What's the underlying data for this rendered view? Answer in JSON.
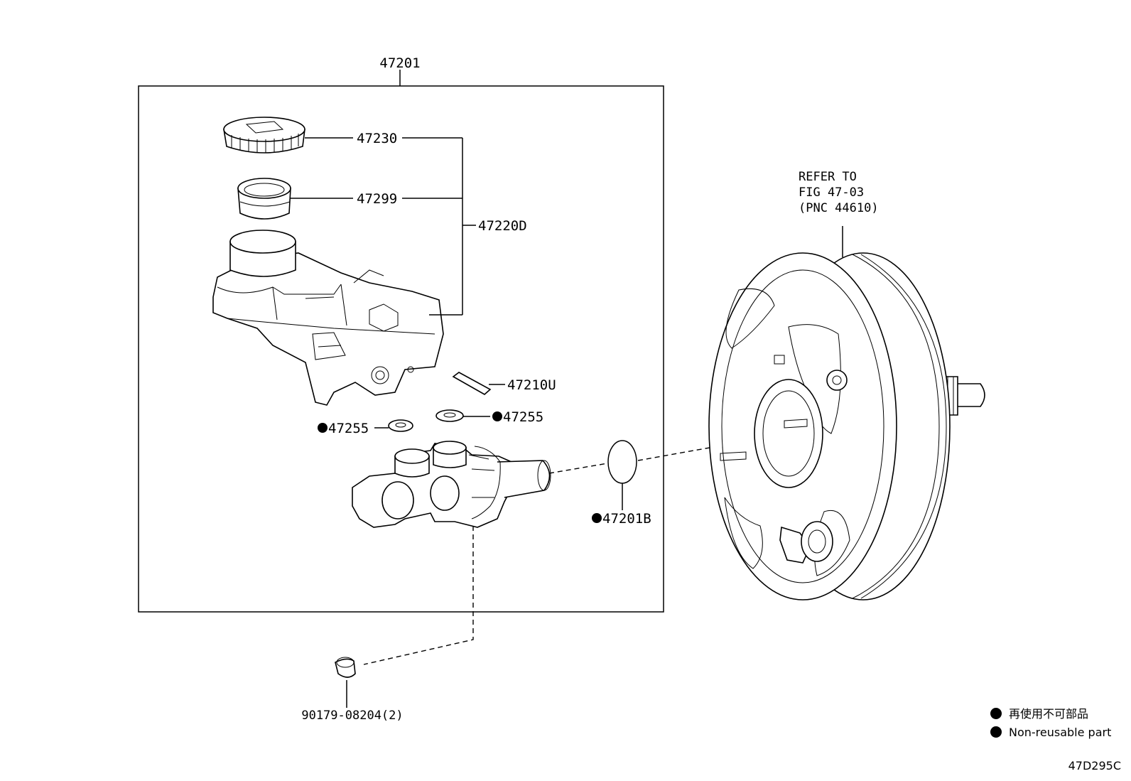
{
  "labels": {
    "assembly": "47201",
    "cap": "47230",
    "strainer": "47299",
    "reservoir_kit": "47220D",
    "pin": "47210U",
    "grommet_left": "47255",
    "grommet_right": "47255",
    "o_ring": "47201B",
    "nut": "90179-08204(2)"
  },
  "refer_note": {
    "line1": "REFER TO",
    "line2": "FIG 47-03",
    "line3": "(PNC 44610)"
  },
  "legend": {
    "japanese": "再使用不可部品",
    "english": "Non-reusable part"
  },
  "figure_code": "47D295C"
}
